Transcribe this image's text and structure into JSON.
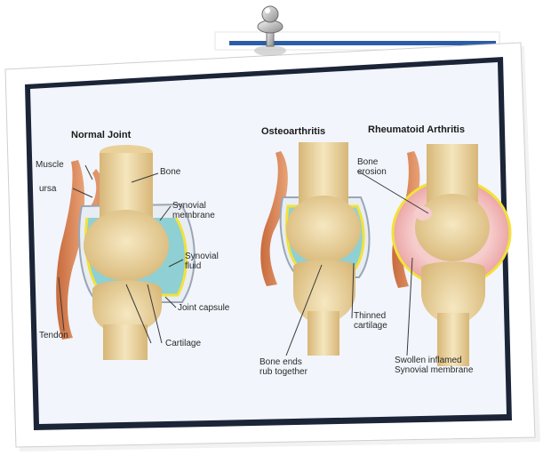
{
  "panels": {
    "normal": {
      "title": "Normal Joint",
      "labels": {
        "muscle": "Muscle",
        "bursa": "ursa",
        "bone": "Bone",
        "synovial_membrane_1": "Synovial",
        "synovial_membrane_2": "membrane",
        "synovial_fluid_1": "Synovial",
        "synovial_fluid_2": "fluid",
        "joint_capsule": "Joint capsule",
        "tendon": "Tendon",
        "cartilage": "Cartilage"
      }
    },
    "osteoarthritis": {
      "title": "Osteoarthritis",
      "labels": {
        "thinned_cartilage_1": "Thinned",
        "thinned_cartilage_2": "cartilage",
        "bone_ends_1": "Bone ends",
        "bone_ends_2": "rub together"
      }
    },
    "rheumatoid": {
      "title": "Rheumatoid Arthritis",
      "labels": {
        "bone_erosion_1": "Bone",
        "bone_erosion_2": "erosion",
        "swollen_1": "Swollen inflamed",
        "swollen_2": "Synovial membrane"
      }
    }
  },
  "colors": {
    "bone": "#f0dca8",
    "bone_shade": "#d9bd7a",
    "cartilage_fluid": "#8fd0d4",
    "synovial_membrane": "#f2e23a",
    "muscle": "#d9875a",
    "inflamed": "#f3b9b9",
    "frame_border": "#1c2437",
    "banner_blue": "#2c5ca8"
  }
}
